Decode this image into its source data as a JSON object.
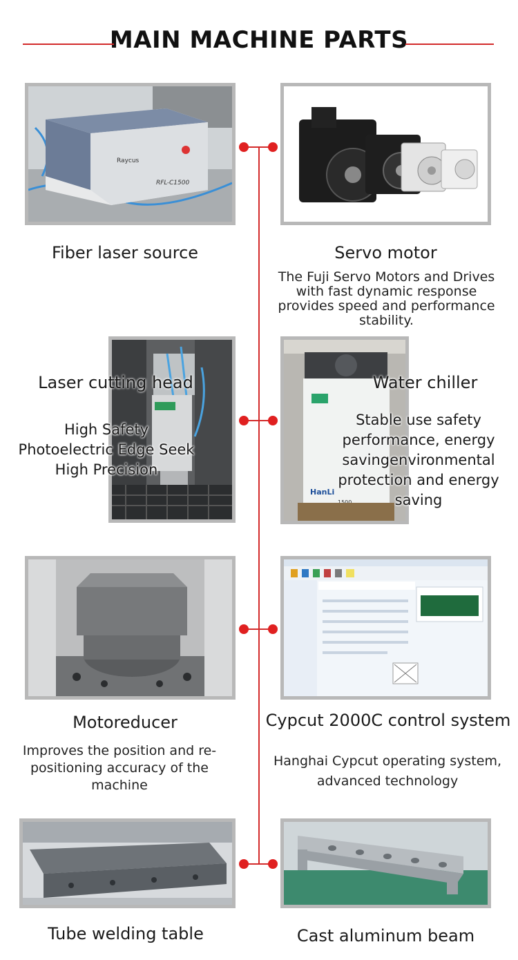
{
  "header": {
    "title": "MAIN MACHINE PARTS"
  },
  "parts": [
    {
      "caption": "Fiber laser source",
      "description": "",
      "image": "laser-source-unit"
    },
    {
      "caption": "Servo motor",
      "description": "The Fuji Servo Motors and Drives with fast dynamic response provides speed and performance stability.",
      "image": "servo-motors"
    },
    {
      "caption": "Laser cutting head",
      "features": [
        "High Safety",
        "Photoelectric Edge Seek",
        "High Precision"
      ],
      "image": "cutting-head"
    },
    {
      "caption": "Water chiller",
      "description": "Stable use safety performance, energy savingenvironmental protection and energy saving",
      "image": "water-chiller"
    },
    {
      "caption": "Motoreducer",
      "description": "Improves the position and re-positioning accuracy of the machine",
      "image": "gear-reducer"
    },
    {
      "caption": "Cypcut 2000C control system",
      "description": "Hanghai Cypcut operating system, advanced technology",
      "image": "software-screen"
    },
    {
      "caption": "Tube welding table",
      "description": "",
      "image": "welded-frame"
    },
    {
      "caption": "Cast aluminum beam",
      "description": "",
      "image": "aluminum-beam"
    }
  ],
  "photo_labels": {
    "laser_brand": "Raycus",
    "laser_model": "RFL-C1500",
    "chiller_brand": "HanLi",
    "chiller_model": "1500"
  },
  "colors": {
    "accent": "#d32a2a",
    "frame": "#b8b8b8"
  }
}
